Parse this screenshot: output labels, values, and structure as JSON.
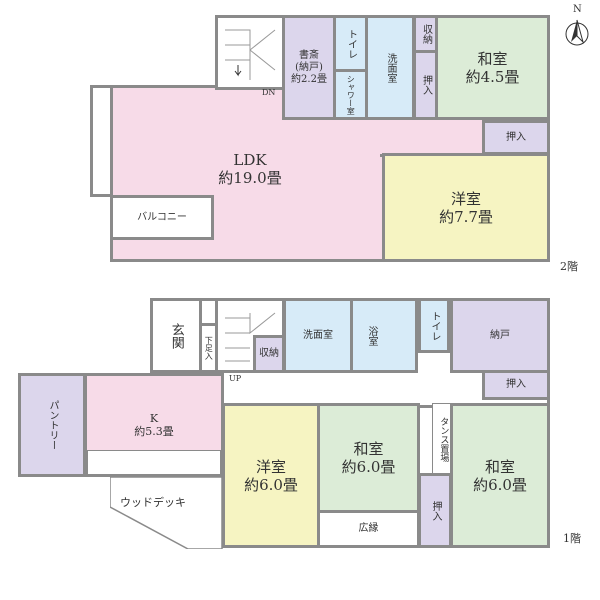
{
  "floor2": {
    "label": "2階",
    "rooms": {
      "study": "書斎\n(納戸)\n約2.2畳",
      "toilet": "トイレ",
      "shower": "シャワー室",
      "washroom": "洗面室",
      "storage": "収納",
      "closet1": "押入",
      "washitsu": "和室\n約4.5畳",
      "closet2": "押入",
      "youshitsu": "洋室\n約7.7畳",
      "ldk": "LDK\n約19.0畳",
      "balcony": "バルコニー"
    },
    "stairs_label": "DN"
  },
  "floor1": {
    "label": "1階",
    "rooms": {
      "entrance": "玄関",
      "shoe": "下足入",
      "storage": "収納",
      "washroom": "洗面室",
      "bath": "浴室",
      "toilet": "トイレ",
      "nando": "納戸",
      "closet1": "押入",
      "pantry": "パントリー",
      "kitchen": "K\n約5.3畳",
      "youshitsu": "洋室\n約6.0畳",
      "washitsu1": "和室\n約6.0畳",
      "hiroen": "広縁",
      "tansu": "タンス置場",
      "closet2": "押入",
      "washitsu2": "和室\n約6.0畳",
      "deck": "ウッドデッキ"
    },
    "stairs_label": "UP"
  },
  "compass": {
    "label": "N"
  }
}
